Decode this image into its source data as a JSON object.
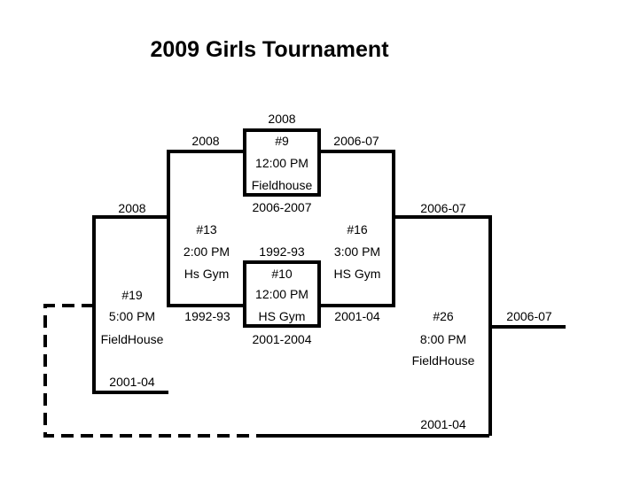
{
  "title": "2009 Girls Tournament",
  "games": {
    "g9": {
      "num": "#9",
      "time": "12:00 PM",
      "venue": "Fieldhouse",
      "top_label": "2008",
      "left_team": "2008",
      "right_team": "2006-07",
      "bottom_label": "2006-2007"
    },
    "g10": {
      "num": "#10",
      "time": "12:00 PM",
      "venue": "HS Gym",
      "top_label": "1992-93",
      "left_team": "1992-93",
      "right_team": "2001-04",
      "bottom_label": "2001-2004"
    },
    "g13": {
      "num": "#13",
      "time": "2:00 PM",
      "venue": "Hs Gym",
      "top_team": "2008"
    },
    "g16": {
      "num": "#16",
      "time": "3:00 PM",
      "venue": "HS Gym",
      "top_team": "2006-07"
    },
    "g19": {
      "num": "#19",
      "time": "5:00 PM",
      "venue": "FieldHouse",
      "top_team": "2008",
      "bottom_team": "2001-04"
    },
    "g26": {
      "num": "#26",
      "time": "8:00 PM",
      "venue": "FieldHouse",
      "champion": "2006-07",
      "bottom_team": "2001-04"
    }
  }
}
